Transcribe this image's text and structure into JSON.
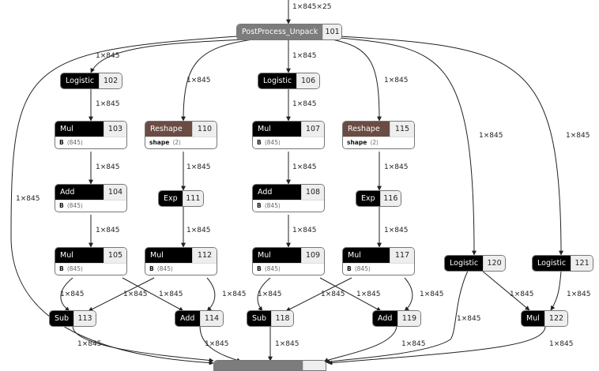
{
  "input_edge_label": "1×845×25",
  "edge_label": "1×845",
  "colors": {
    "activation_op": "#000000",
    "shape_op": "#6b4c43",
    "custom_op": "#7c7c7c",
    "index_bg": "#eeeeee",
    "edge": "#222222"
  },
  "nodes": {
    "n101": {
      "op": "PostProcess_Unpack",
      "id": "101"
    },
    "n102": {
      "op": "Logistic",
      "id": "102"
    },
    "n103": {
      "op": "Mul",
      "id": "103",
      "attr_name": "B",
      "attr_val": "⟨845⟩"
    },
    "n104": {
      "op": "Add",
      "id": "104",
      "attr_name": "B",
      "attr_val": "⟨845⟩"
    },
    "n105": {
      "op": "Mul",
      "id": "105",
      "attr_name": "B",
      "attr_val": "⟨845⟩"
    },
    "n110": {
      "op": "Reshape",
      "id": "110",
      "attr_name": "shape",
      "attr_val": "⟨2⟩"
    },
    "n111": {
      "op": "Exp",
      "id": "111"
    },
    "n112": {
      "op": "Mul",
      "id": "112",
      "attr_name": "B",
      "attr_val": "⟨845⟩"
    },
    "n106": {
      "op": "Logistic",
      "id": "106"
    },
    "n107": {
      "op": "Mul",
      "id": "107",
      "attr_name": "B",
      "attr_val": "⟨845⟩"
    },
    "n108": {
      "op": "Add",
      "id": "108",
      "attr_name": "B",
      "attr_val": "⟨845⟩"
    },
    "n109": {
      "op": "Mul",
      "id": "109",
      "attr_name": "B",
      "attr_val": "⟨845⟩"
    },
    "n115": {
      "op": "Reshape",
      "id": "115",
      "attr_name": "shape",
      "attr_val": "⟨2⟩"
    },
    "n116": {
      "op": "Exp",
      "id": "116"
    },
    "n117": {
      "op": "Mul",
      "id": "117",
      "attr_name": "B",
      "attr_val": "⟨845⟩"
    },
    "n113": {
      "op": "Sub",
      "id": "113"
    },
    "n114": {
      "op": "Add",
      "id": "114"
    },
    "n118": {
      "op": "Sub",
      "id": "118"
    },
    "n119": {
      "op": "Add",
      "id": "119"
    },
    "n120": {
      "op": "Logistic",
      "id": "120"
    },
    "n121": {
      "op": "Logistic",
      "id": "121"
    },
    "n122": {
      "op": "Mul",
      "id": "122"
    }
  }
}
